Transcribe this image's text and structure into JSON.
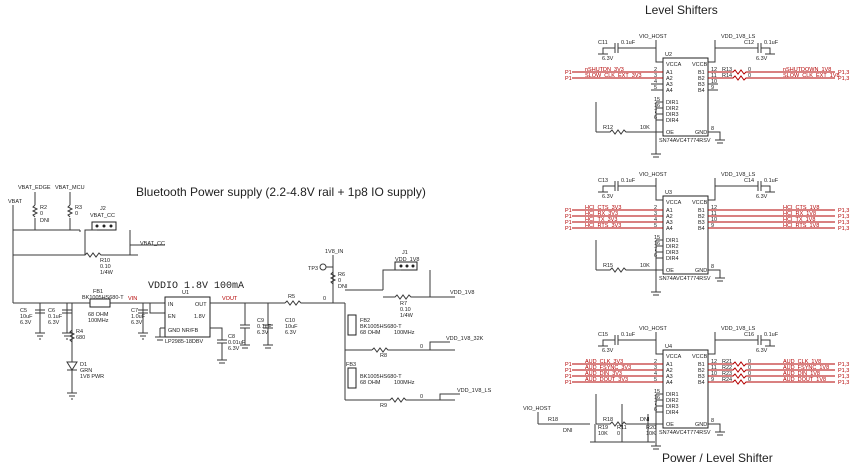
{
  "titles": {
    "main": "Bluetooth Power supply (2.2-4.8V rail + 1p8 IO supply)",
    "level": "Level Shifters",
    "power_level": "Power / Level Shifter",
    "vddio": "VDDIO 1.8V 100mA"
  },
  "left": {
    "vbat": "VBAT",
    "vbat_edge": "VBAT_EDGE",
    "vbat_mcu": "VBAT_MCU",
    "r2": "R2",
    "r2v": "0",
    "r2d": "DNI",
    "r3": "R3",
    "r3v": "0",
    "j2": "J2",
    "j2n": "VBAT_CC",
    "r10": "R10",
    "r10v": "0.10",
    "r10p": "1/4W",
    "vbat_cc": "VBAT_CC",
    "fb1": "FB1",
    "fb1p": "BK1005HS680-T",
    "fb1v": "68 OHM",
    "fb1f": "100MHz",
    "c5": "C5",
    "c5v": "10uF",
    "c5r": "6.3V",
    "c6": "C6",
    "c6v": "0.1uF",
    "c6r": "6.3V",
    "r4": "R4",
    "r4v": "680",
    "d1": "D1",
    "d1c": "GRN",
    "d1n": "1V8 PWR",
    "vin": "VIN",
    "c7": "C7",
    "c7v": "1.0uF",
    "c7r": "6.3V",
    "u1": "U1",
    "u1p": "LP2985-18DBV",
    "u1_in": "IN",
    "u1_out": "OUT",
    "u1_en": "EN",
    "u1_1v8": "1.8V",
    "u1_gnd": "GND NR/FB",
    "vout": "VOUT",
    "c8": "C8",
    "c8v": "0.01uF",
    "c8r": "6.3V",
    "c9": "C9",
    "c9v": "0.1uF",
    "c9r": "6.3V",
    "c10": "C10",
    "c10v": "10uF",
    "c10r": "6.3V",
    "r5": "R5",
    "r5v": "0",
    "v1v8in": "1V8_IN",
    "tp3": "TP3",
    "r6": "R6",
    "r6v": "0",
    "r6d": "DNI",
    "j1": "J1",
    "j1n": "VDD_1V8",
    "r7": "R7",
    "r7v": "0.10",
    "r7p": "1/4W",
    "vdd1v8": "VDD_1V8",
    "fb2": "FB2",
    "fb2p": "BK1005HS680-T",
    "fb2v": "68 OHM",
    "fb2f": "100MHz",
    "vdd32k": "VDD_1V8_32K",
    "r8": "R8",
    "r8v": "0",
    "fb3": "FB3",
    "fb3p": "BK1005HS680-T",
    "fb3v": "68 OHM",
    "fb3f": "100MHz",
    "r9": "R9",
    "r9v": "0",
    "vddls": "VDD_1V8_LS"
  },
  "shifters": [
    {
      "u": "U2",
      "part": "SN74AVC4T774RSV",
      "vio": "VIO_HOST",
      "vls": "VDD_1V8_LS",
      "ca": "C11",
      "cav": "0.1uF",
      "car": "6.3V",
      "cb": "C12",
      "cbv": "0.1uF",
      "cbr": "6.3V",
      "rdir": "R12",
      "rdirv": "10K",
      "inputs": [
        "nSHUTDN_3V3",
        "SLOW_CLK_EXT_3V3",
        "",
        ""
      ],
      "outputs": [
        "nSHUTDOWN_1V8",
        "SLOW_CLK_EXT_1V8",
        "",
        ""
      ],
      "rout": [
        "R13",
        "R14",
        "",
        ""
      ],
      "routv": [
        "0",
        "0",
        "",
        ""
      ]
    },
    {
      "u": "U3",
      "part": "SN74AVC4T774RSV",
      "vio": "VIO_HOST",
      "vls": "VDD_1V8_LS",
      "ca": "C13",
      "cav": "0.1uF",
      "car": "6.3V",
      "cb": "C14",
      "cbv": "0.1uF",
      "cbr": "6.3V",
      "rdir": "R15",
      "rdirv": "10K",
      "inputs": [
        "HCI_CTS_3V3",
        "HCI_RX_3V3",
        "HCI_TX_3V3",
        "HCI_RTS_3V3"
      ],
      "outputs": [
        "HCI_CTS_1V8",
        "HCI_RX_1V8",
        "HCI_TX_1V8",
        "HCI_RTS_1V8"
      ],
      "rout": [
        "",
        "",
        "",
        ""
      ],
      "routv": [
        "",
        "",
        "",
        ""
      ]
    },
    {
      "u": "U4",
      "part": "SN74AVC4T774RSV",
      "vio": "VIO_HOST",
      "vls": "VDD_1V8_LS",
      "ca": "C15",
      "cav": "0.1uF",
      "car": "6.3V",
      "cb": "C16",
      "cbv": "0.1uF",
      "cbr": "6.3V",
      "rdir": "R18",
      "rdirv": "DNI",
      "inputs": [
        "AUD_CLK_3V3",
        "AUD_FSYNC_3V3",
        "AUD_DIN_3V3",
        "AUD_DOUT_3V3"
      ],
      "outputs": [
        "AUD_CLK_1V8",
        "AUD_FSYNC_1V8",
        "AUD_DIN_1V8",
        "AUD_DOUT_1V8"
      ],
      "rout": [
        "R21",
        "R22",
        "R23",
        "R24"
      ],
      "routv": [
        "0",
        "0",
        "0",
        "0"
      ],
      "extra": {
        "r19": "R19",
        "r19v": "10K",
        "r11": "R11",
        "r11v": "0",
        "r20": "R20",
        "r20v": "10K"
      }
    }
  ],
  "pins": {
    "vcca": "VCCA",
    "vccb": "VCCB",
    "a": [
      "A1",
      "A2",
      "A3",
      "A4"
    ],
    "b": [
      "B1",
      "B2",
      "B3",
      "B4"
    ],
    "dir": [
      "DIR1",
      "DIR2",
      "DIR3",
      "DIR4"
    ],
    "oe": "OE",
    "gnd": "GND",
    "pnA": [
      "2",
      "3",
      "4",
      "5"
    ],
    "pnB": [
      "12",
      "11",
      "10",
      "9"
    ],
    "pnDir": [
      "15",
      "16",
      "7",
      "6"
    ]
  },
  "ports": {
    "p1": "P1",
    "p13": "P1,3"
  }
}
